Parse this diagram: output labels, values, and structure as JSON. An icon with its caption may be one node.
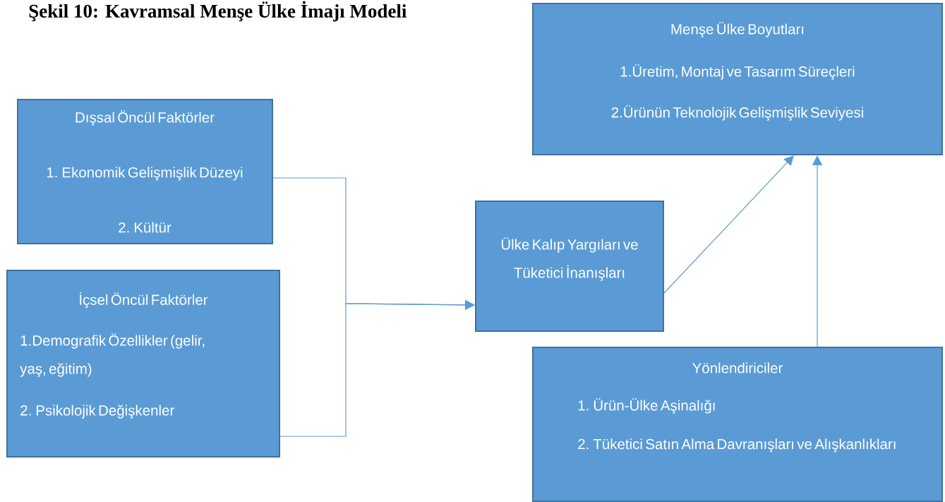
{
  "diagram": {
    "title": "Şekil 10: Kavramsal Menşe Ülke İmajı Modeli",
    "nodes": [
      {
        "text": [
          "Dışsal Öncül Faktörler",
          "1. Ekonomik Gelişmişlik Düzeyi",
          "2. Kültür"
        ]
      },
      {
        "text": [
          "İçsel Öncül Faktörler",
          "1.Demografik Özellikler (gelir, yaş, eğitim)",
          "2. Psikolojik Değişkenler"
        ]
      },
      {
        "text": [
          "Ülke Kalıp Yargıları ve Tüketici İnanışları"
        ]
      },
      {
        "text": [
          "Menşe Ülke Boyutları",
          "1.Üretim, Montaj ve Tasarım Süreçleri",
          "2.Ürünün Teknolojik Gelişmişlik Seviyesi"
        ]
      },
      {
        "text": [
          "Yönlendiriciler",
          "1. Ürün-Ülke Aşinalığı",
          "2. Tüketici Satın Alma Davranışları ve Alışkanlıkları"
        ]
      }
    ],
    "edges": [
      {
        "from": 0,
        "to": 2,
        "arrow": "to"
      },
      {
        "from": 1,
        "to": 2,
        "arrow": "to"
      },
      {
        "from": 2,
        "to": 3,
        "arrow": "to"
      },
      {
        "from": 4,
        "to": 3,
        "arrow": "to"
      }
    ]
  }
}
